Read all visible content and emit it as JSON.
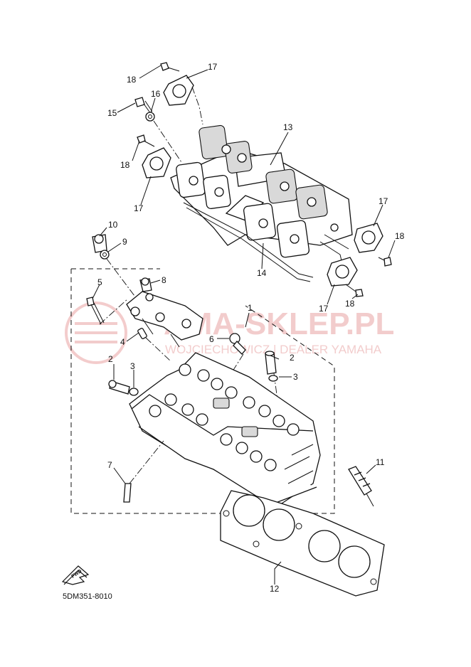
{
  "watermark": {
    "brand": "AMA-SKLEP.PL",
    "dealer": "WOJCIECHOWICZ | DEALER YAMAHA"
  },
  "callouts": [
    "1",
    "2",
    "2",
    "3",
    "3",
    "4",
    "5",
    "6",
    "7",
    "8",
    "9",
    "10",
    "11",
    "12",
    "13",
    "14",
    "15",
    "16",
    "17",
    "17",
    "17",
    "17",
    "18",
    "18",
    "18",
    "18"
  ],
  "fwd_label": "FWD",
  "part_code": "5DM351-8010"
}
